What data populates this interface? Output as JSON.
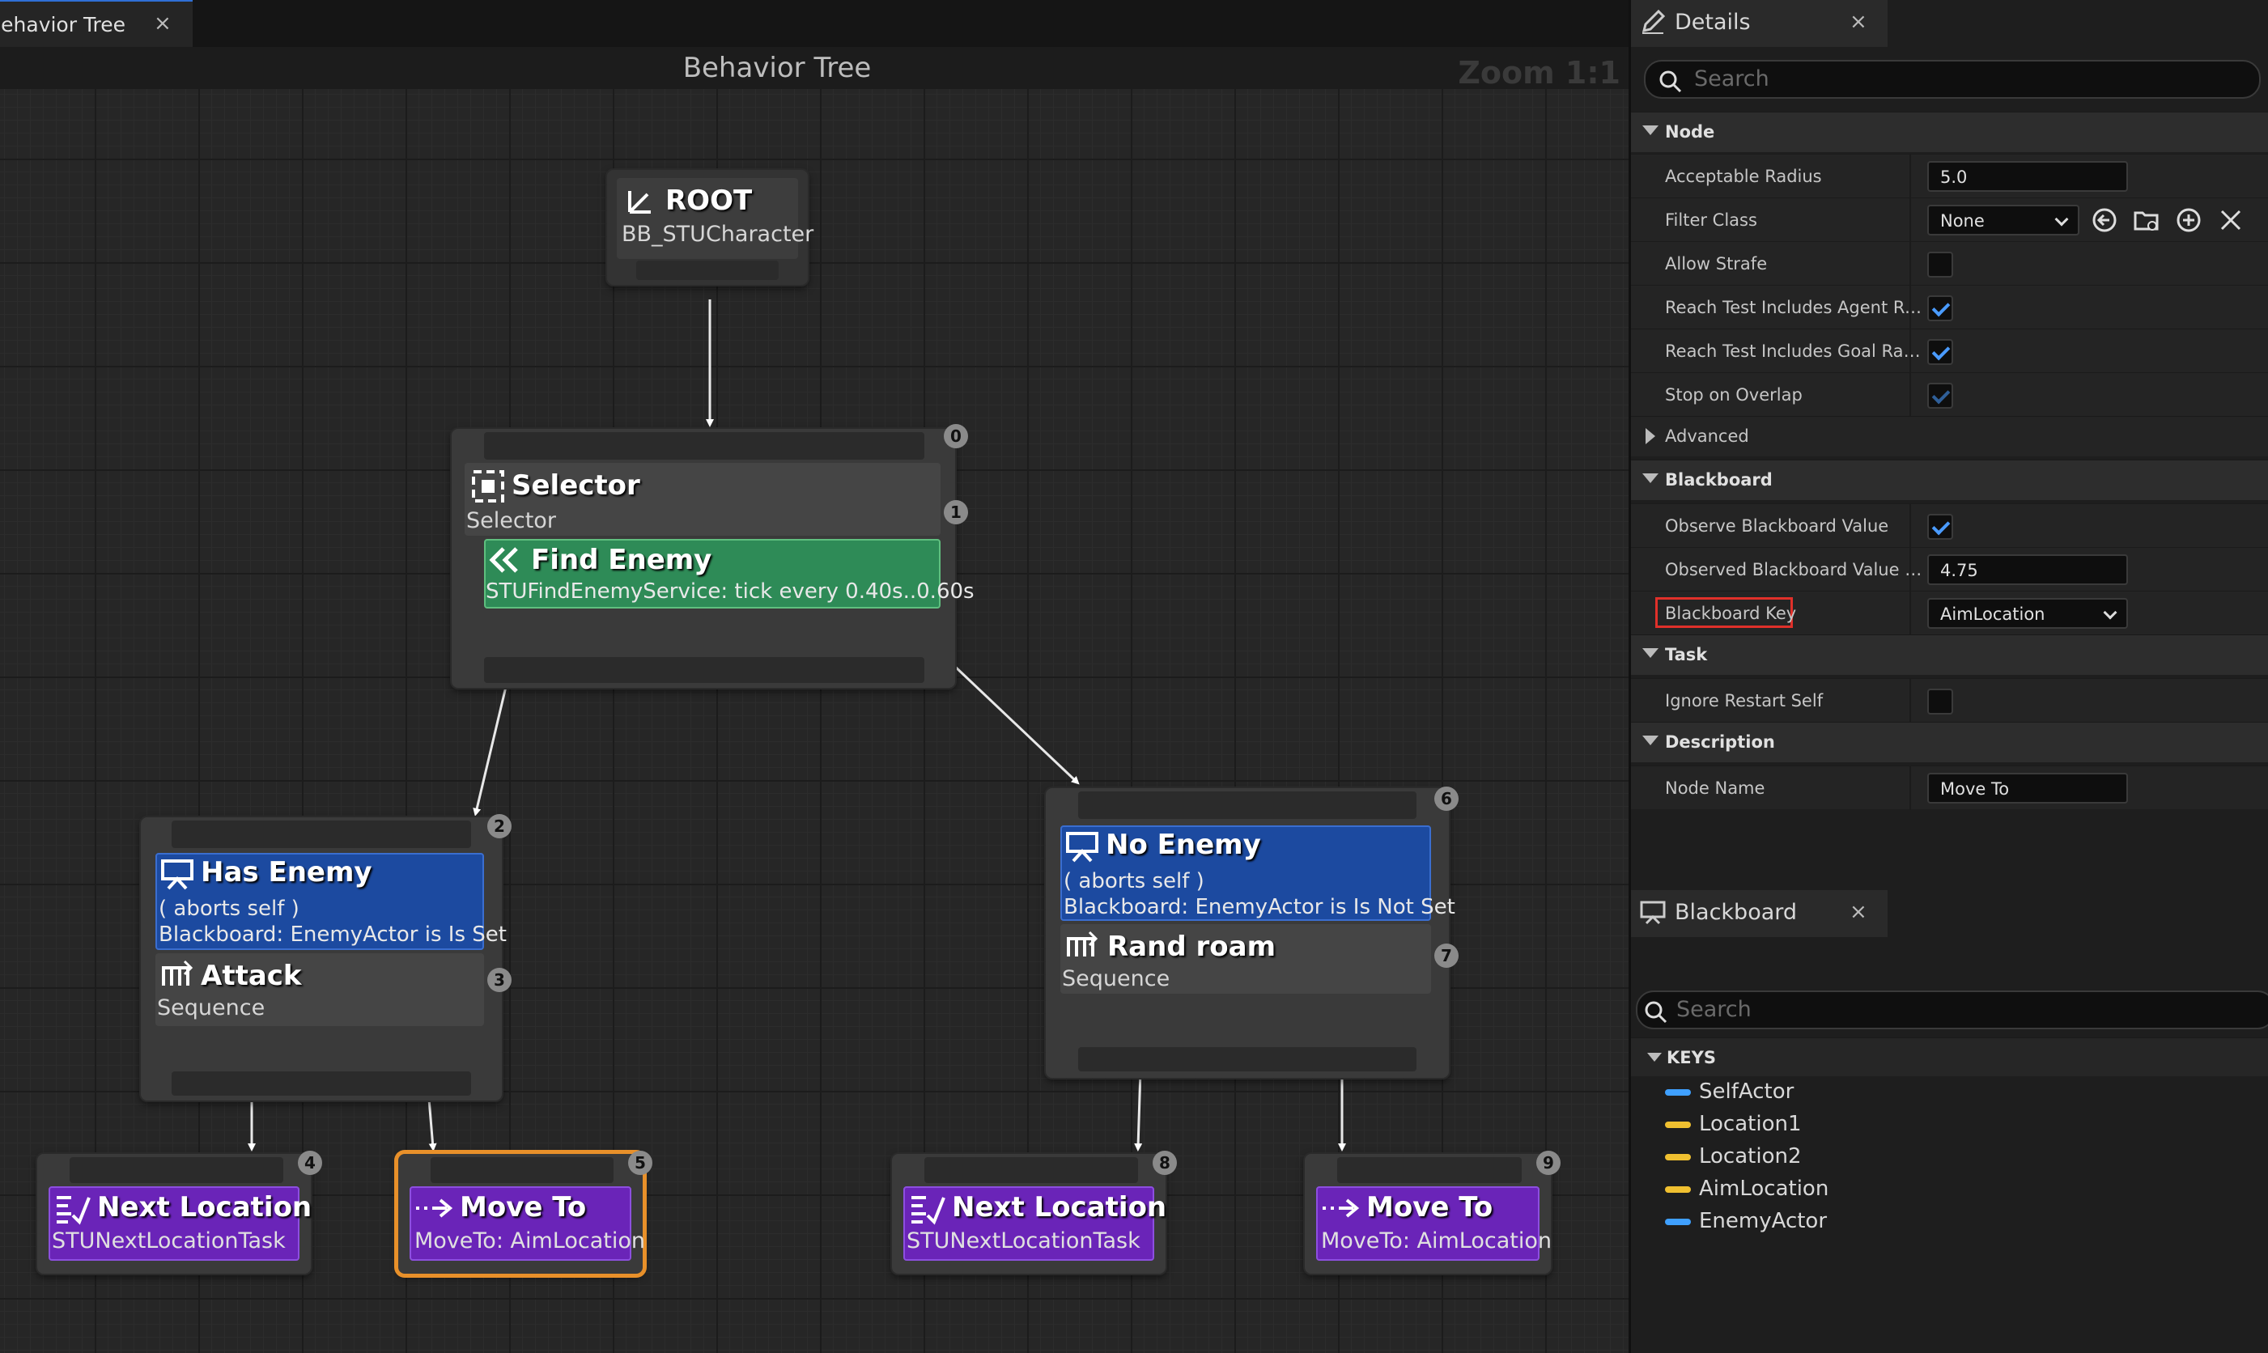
{
  "tab": {
    "title": "Behavior Tree",
    "close": "×"
  },
  "graph": {
    "title": "Behavior Tree",
    "zoom": "Zoom 1:1"
  },
  "nodes": {
    "root": {
      "title": "ROOT",
      "subtitle": "BB_STUCharacter"
    },
    "selector": {
      "title": "Selector",
      "subtitle": "Selector",
      "badge": "0",
      "service_badge": "1"
    },
    "find_enemy": {
      "title": "Find Enemy",
      "subtitle": "STUFindEnemyService: tick every 0.40s..0.60s"
    },
    "has_enemy": {
      "title": "Has Enemy",
      "line1": "( aborts self )",
      "line2": "Blackboard: EnemyActor is Is Set",
      "badge": "2",
      "badge2": "3"
    },
    "attack": {
      "title": "Attack",
      "subtitle": "Sequence"
    },
    "no_enemy": {
      "title": "No Enemy",
      "line1": "( aborts self )",
      "line2": "Blackboard: EnemyActor is Is Not Set",
      "badge": "6",
      "badge2": "7"
    },
    "rand_roam": {
      "title": "Rand roam",
      "subtitle": "Sequence"
    },
    "next_loc_1": {
      "title": "Next Location",
      "subtitle": "STUNextLocationTask",
      "badge": "4"
    },
    "move_to_1": {
      "title": "Move To",
      "subtitle": "MoveTo: AimLocation",
      "badge": "5"
    },
    "next_loc_2": {
      "title": "Next Location",
      "subtitle": "STUNextLocationTask",
      "badge": "8"
    },
    "move_to_2": {
      "title": "Move To",
      "subtitle": "MoveTo: AimLocation",
      "badge": "9"
    }
  },
  "details": {
    "tab_title": "Details",
    "close": "×",
    "search_placeholder": "Search",
    "categories": {
      "node": "Node",
      "advanced": "Advanced",
      "blackboard": "Blackboard",
      "task": "Task",
      "description": "Description"
    },
    "props": {
      "acceptable_radius": {
        "label": "Acceptable Radius",
        "value": "5.0"
      },
      "filter_class": {
        "label": "Filter Class",
        "value": "None"
      },
      "allow_strafe": {
        "label": "Allow Strafe",
        "checked": false
      },
      "reach_agent": {
        "label": "Reach Test Includes Agent Ra...",
        "checked": true
      },
      "reach_goal": {
        "label": "Reach Test Includes Goal Radi...",
        "checked": true
      },
      "stop_overlap": {
        "label": "Stop on Overlap",
        "checked": true
      },
      "observe_bb": {
        "label": "Observe Blackboard Value",
        "checked": true
      },
      "observed_tol": {
        "label": "Observed Blackboard Value T...",
        "value": "4.75"
      },
      "bb_key": {
        "label": "Blackboard Key",
        "value": "AimLocation"
      },
      "ignore_restart": {
        "label": "Ignore Restart Self",
        "checked": false
      },
      "node_name": {
        "label": "Node Name",
        "value": "Move To"
      }
    }
  },
  "blackboard": {
    "tab_title": "Blackboard",
    "close": "×",
    "search_placeholder": "Search",
    "keys_header": "KEYS",
    "keys": [
      {
        "name": "SelfActor",
        "color": "#3fa0ff"
      },
      {
        "name": "Location1",
        "color": "#f0c030"
      },
      {
        "name": "Location2",
        "color": "#f0c030"
      },
      {
        "name": "AimLocation",
        "color": "#f0c030"
      },
      {
        "name": "EnemyActor",
        "color": "#3fa0ff"
      }
    ]
  },
  "colors": {
    "composite": "#4a4a4a",
    "service": "#2e8b57",
    "decorator": "#1c4aa0",
    "task": "#6a24b8",
    "selected": "#e8902a",
    "highlight": "#e0302a"
  }
}
